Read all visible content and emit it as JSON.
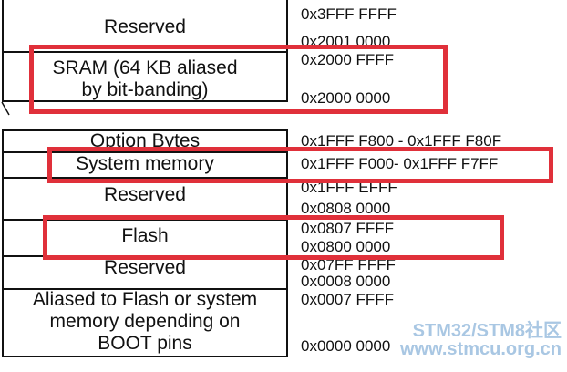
{
  "blocks": {
    "reserved_top": "Reserved",
    "sram_line1": "SRAM (64 KB aliased",
    "sram_line2": "by bit-banding)",
    "option_bytes": "Option Bytes",
    "system_memory": "System memory",
    "reserved_mid": "Reserved",
    "flash": "Flash",
    "reserved_low": "Reserved",
    "aliased_line1": "Aliased to Flash or system",
    "aliased_line2": "memory depending on",
    "aliased_line3": "BOOT pins"
  },
  "addresses": {
    "a1": "0x3FFF FFFF",
    "a2": "0x2001 0000",
    "a3": "0x2000 FFFF",
    "a4": "0x2000 0000",
    "a5": "0x1FFF F800 - 0x1FFF F80F",
    "a6": "0x1FFF F000- 0x1FFF F7FF",
    "a7": "0x1FFF EFFF",
    "a8": "0x0808 0000",
    "a9": "0x0807 FFFF",
    "a10": "0x0800 0000",
    "a11": "0x07FF FFFF",
    "a12": "0x0008 0000",
    "a13": "0x0007 FFFF",
    "a14": "0x0000 0000"
  },
  "watermark": {
    "line1": "STM32/STM8社区",
    "line2": "www.stmcu.org.cn"
  },
  "colors": {
    "highlight": "#e0303a",
    "watermark": "#a9c7e3"
  }
}
